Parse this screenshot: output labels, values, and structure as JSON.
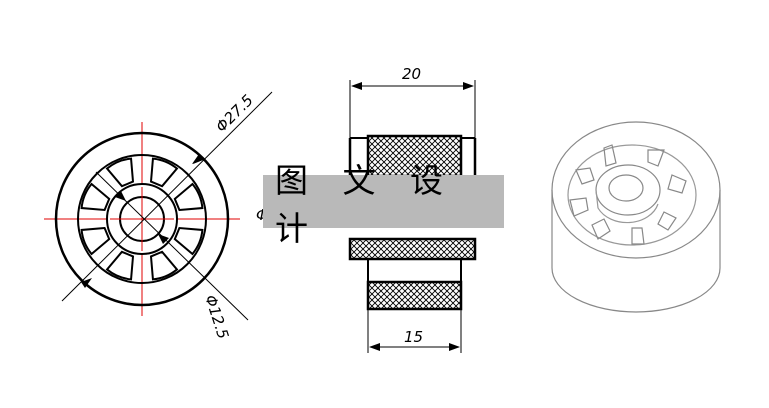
{
  "banner": {
    "text": "图 文 设 计"
  },
  "front_view": {
    "outer_diameter_label": "Φ27.5",
    "inner_diameter_label": "Φ12.5",
    "partial_label": "Φ",
    "slot_count": 8
  },
  "section_view": {
    "top_dimension": "20",
    "bottom_dimension": "15"
  },
  "colors": {
    "outline": "#000000",
    "centerline": "#e00000",
    "banner_bg": "#b9b9b9",
    "iso_stroke": "#888888"
  }
}
